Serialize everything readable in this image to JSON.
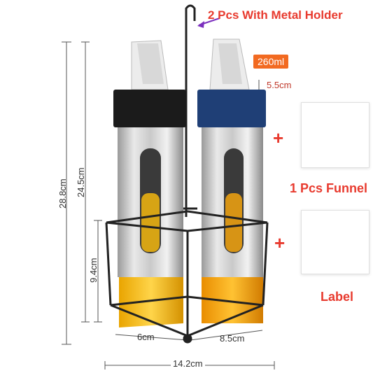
{
  "headline": "2 Pcs With Metal Holder",
  "capacity_badge": "260ml",
  "neck_width": "5.5cm",
  "accessories": {
    "funnel_label": "1 Pcs Funnel",
    "sticker_label": "Label",
    "plus_symbol": "+"
  },
  "dimensions": {
    "total_height": "28.8cm",
    "bottle_height": "24.5cm",
    "holder_height": "9.4cm",
    "left_width": "6cm",
    "right_width": "8.5cm",
    "total_width": "14.2cm"
  },
  "colors": {
    "accent": "#e83a2e",
    "badge": "#f26a21",
    "left_cap": "#1b1b1b",
    "right_cap": "#1f3f76",
    "oil": "#f3b70f",
    "metal_holder": "#222222"
  },
  "icons": {
    "arrow": "purple-arrow-icon",
    "funnel": "funnel-icon",
    "stickers": "sticker-sheet-icon"
  }
}
